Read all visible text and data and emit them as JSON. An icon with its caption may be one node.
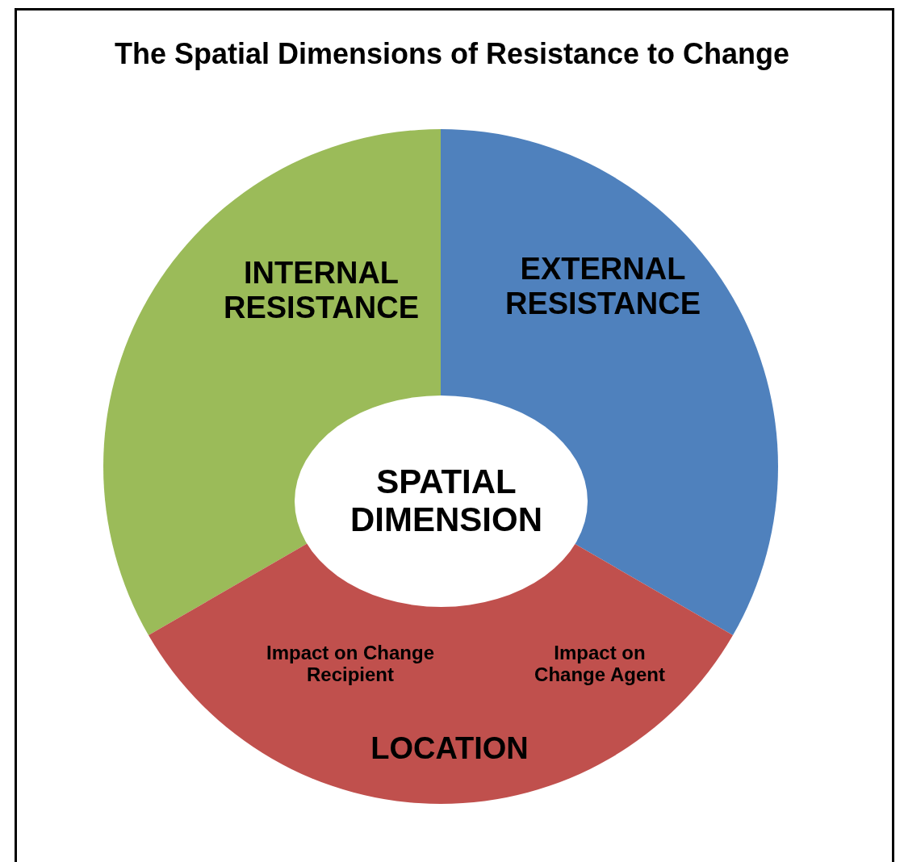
{
  "diagram": {
    "title": "The Spatial Dimensions of Resistance to Change",
    "nodes": [
      {
        "text": [
          "INTERNAL RESISTANCE"
        ]
      },
      {
        "text": [
          "EXTERNAL RESISTANCE"
        ]
      },
      {
        "text": [
          "Impact on Change Recipient",
          "Impact on Change Agent",
          "LOCATION"
        ]
      },
      {
        "text": [
          "SPATIAL DIMENSION"
        ]
      }
    ]
  }
}
